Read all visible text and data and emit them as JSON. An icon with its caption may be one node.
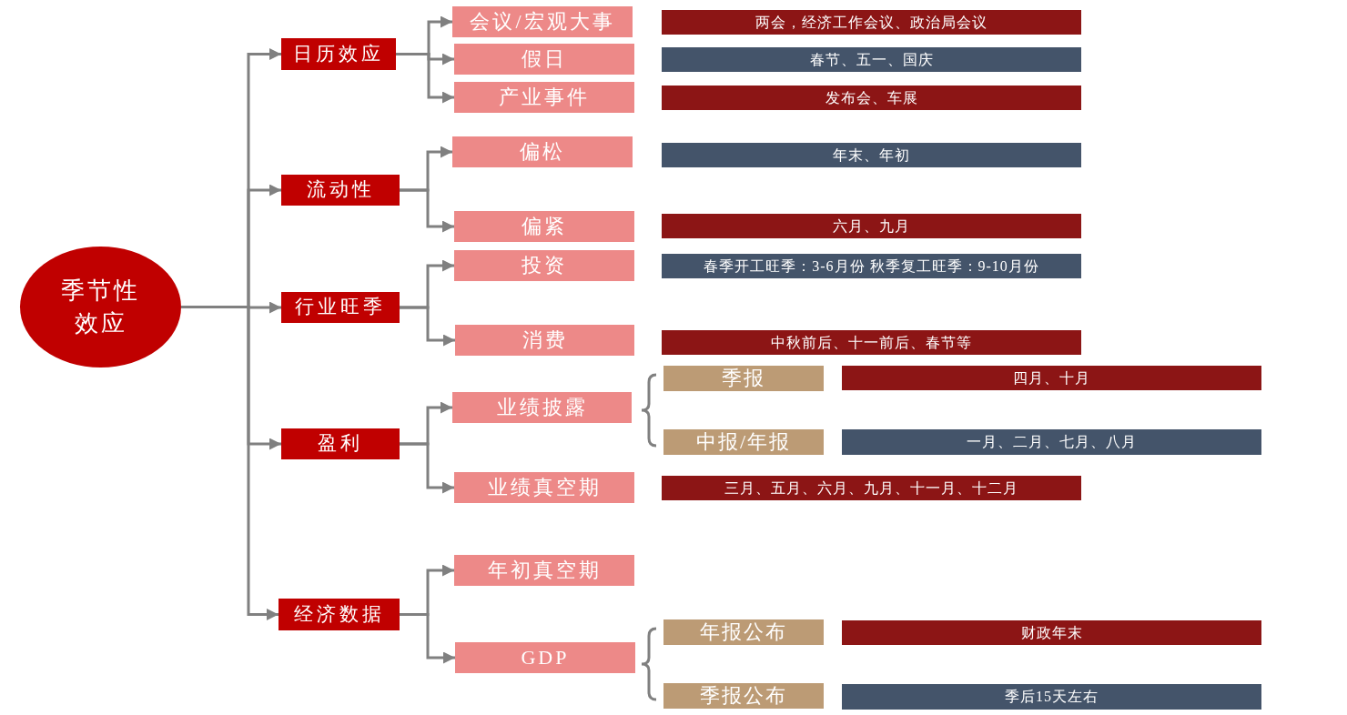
{
  "diagram": {
    "nodes": [
      {
        "text": [
          "季节性效应"
        ]
      },
      {
        "text": [
          "日历效应"
        ]
      },
      {
        "text": [
          "流动性"
        ]
      },
      {
        "text": [
          "行业旺季"
        ]
      },
      {
        "text": [
          "盈利"
        ]
      },
      {
        "text": [
          "经济数据"
        ]
      },
      {
        "text": [
          "会议/宏观大事"
        ]
      },
      {
        "text": [
          "假日"
        ]
      },
      {
        "text": [
          "产业事件"
        ]
      },
      {
        "text": [
          "偏松"
        ]
      },
      {
        "text": [
          "偏紧"
        ]
      },
      {
        "text": [
          "投资"
        ]
      },
      {
        "text": [
          "消费"
        ]
      },
      {
        "text": [
          "业绩披露"
        ]
      },
      {
        "text": [
          "业绩真空期"
        ]
      },
      {
        "text": [
          "年初真空期"
        ]
      },
      {
        "text": [
          "GDP"
        ]
      },
      {
        "text": [
          "季报"
        ]
      },
      {
        "text": [
          "中报/年报"
        ]
      },
      {
        "text": [
          "年报公布"
        ]
      },
      {
        "text": [
          "季报公布"
        ]
      },
      {
        "text": [
          "两会，经济工作会议、政治局会议"
        ]
      },
      {
        "text": [
          "春节、五一、国庆"
        ]
      },
      {
        "text": [
          "发布会、车展"
        ]
      },
      {
        "text": [
          "年末、年初"
        ]
      },
      {
        "text": [
          "六月、九月"
        ]
      },
      {
        "text": [
          "春季开工旺季：3-6月份 秋季复工旺季：9-10月份"
        ]
      },
      {
        "text": [
          "中秋前后、十一前后、春节等"
        ]
      },
      {
        "text": [
          "四月、十月"
        ]
      },
      {
        "text": [
          "一月、二月、七月、八月"
        ]
      },
      {
        "text": [
          "三月、五月、六月、九月、十一月、十二月"
        ]
      },
      {
        "text": [
          "财政年末"
        ]
      },
      {
        "text": [
          "季后15天左右"
        ]
      }
    ],
    "edges": [
      {
        "from": 0,
        "to": 1,
        "arrow": "to"
      },
      {
        "from": 0,
        "to": 2,
        "arrow": "to"
      },
      {
        "from": 0,
        "to": 3,
        "arrow": "to"
      },
      {
        "from": 0,
        "to": 4,
        "arrow": "to"
      },
      {
        "from": 0,
        "to": 5,
        "arrow": "to"
      },
      {
        "from": 1,
        "to": 6,
        "arrow": "to"
      },
      {
        "from": 1,
        "to": 7,
        "arrow": "to"
      },
      {
        "from": 1,
        "to": 8,
        "arrow": "to"
      },
      {
        "from": 2,
        "to": 9,
        "arrow": "to"
      },
      {
        "from": 2,
        "to": 10,
        "arrow": "to"
      },
      {
        "from": 3,
        "to": 11,
        "arrow": "to"
      },
      {
        "from": 3,
        "to": 12,
        "arrow": "to"
      },
      {
        "from": 4,
        "to": 13,
        "arrow": "to"
      },
      {
        "from": 4,
        "to": 14,
        "arrow": "to"
      },
      {
        "from": 5,
        "to": 15,
        "arrow": "to"
      },
      {
        "from": 5,
        "to": 16,
        "arrow": "to"
      }
    ]
  }
}
